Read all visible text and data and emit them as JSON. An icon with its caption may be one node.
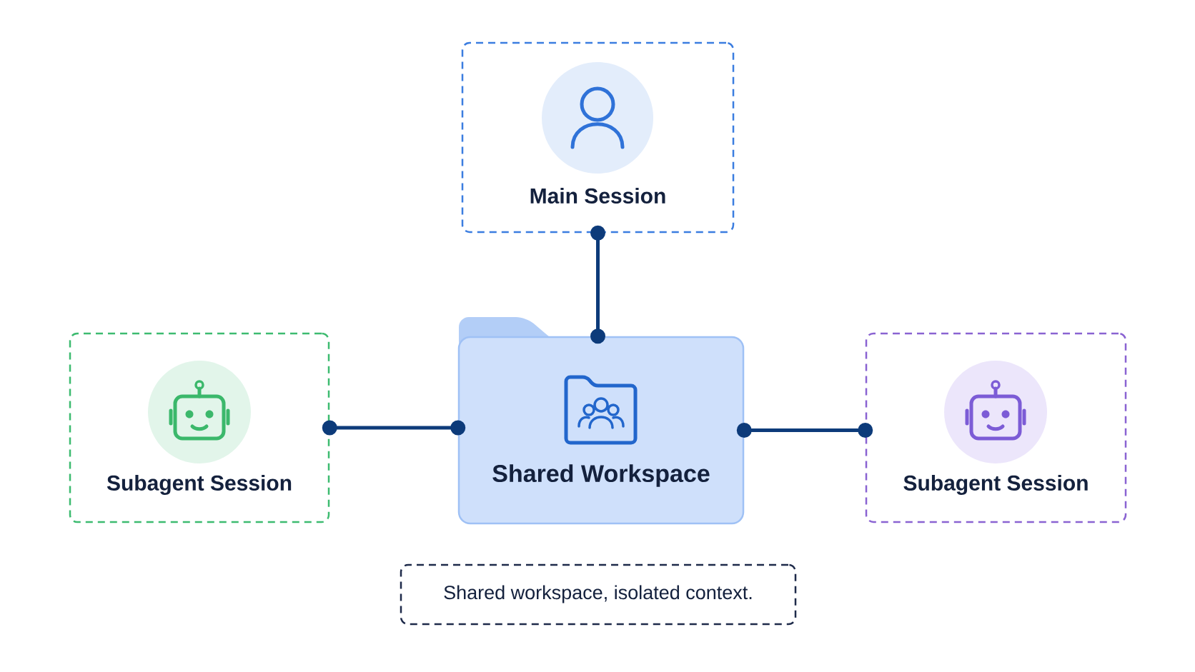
{
  "diagram": {
    "nodes": [
      {
        "text": [
          "Main Session"
        ]
      },
      {
        "text": [
          "Subagent Session"
        ]
      },
      {
        "text": [
          "Shared Workspace"
        ]
      },
      {
        "text": [
          "Subagent Session"
        ]
      },
      {
        "text": [
          "Shared workspace, isolated context."
        ]
      }
    ],
    "edges": [
      {
        "from": 0,
        "to": 2,
        "arrow": "other"
      },
      {
        "from": 1,
        "to": 2,
        "arrow": "other"
      },
      {
        "from": 2,
        "to": 3,
        "arrow": "other"
      }
    ]
  }
}
